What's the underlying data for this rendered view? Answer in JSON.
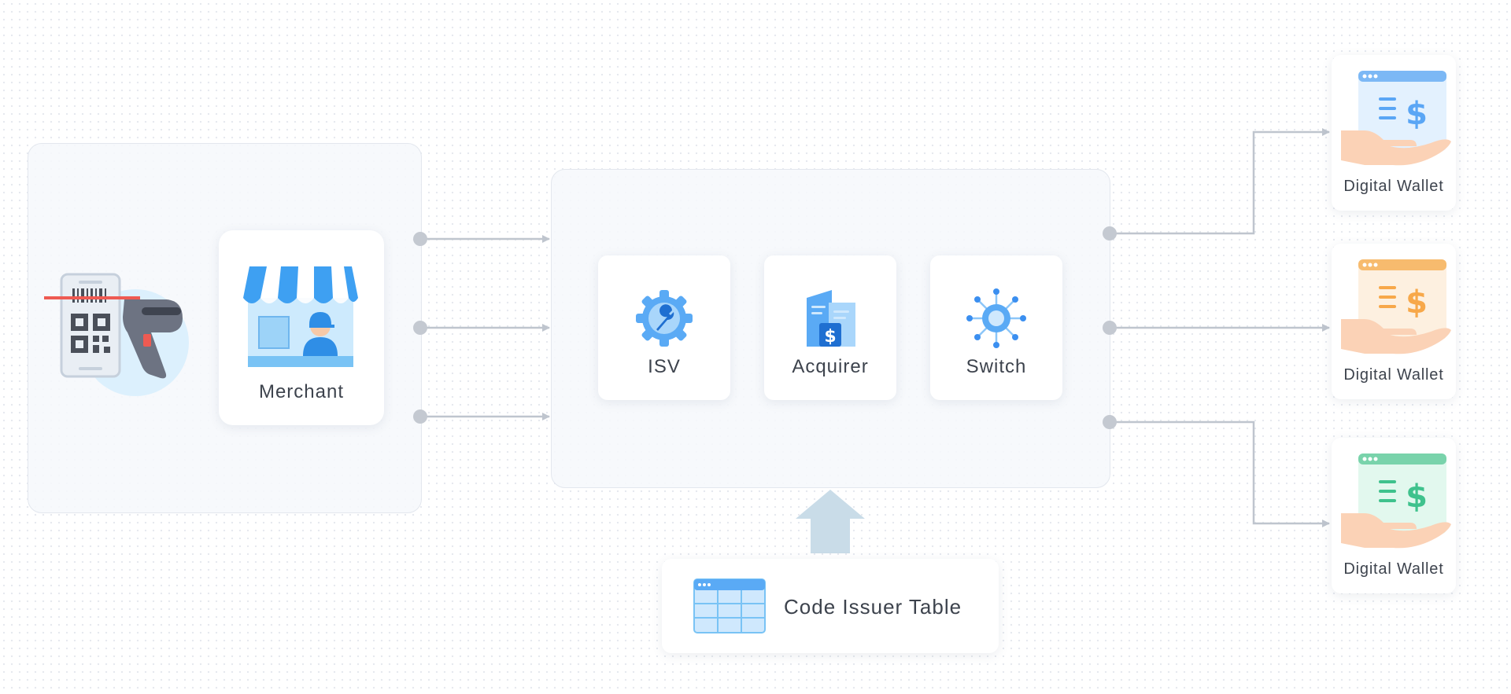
{
  "merchant": {
    "label": "Merchant",
    "icons": [
      "qr-scanner-icon",
      "storefront-icon"
    ]
  },
  "services": [
    {
      "label": "ISV",
      "icon": "gear-wrench-icon"
    },
    {
      "label": "Acquirer",
      "icon": "building-dollar-icon"
    },
    {
      "label": "Switch",
      "icon": "network-hub-icon"
    }
  ],
  "code_issuer": {
    "label": "Code Issuer Table",
    "icon": "table-icon"
  },
  "wallets": [
    {
      "label": "Digital Wallet",
      "accent": "#5aa6f5",
      "icon": "wallet-hand-icon"
    },
    {
      "label": "Digital Wallet",
      "accent": "#f7a84a",
      "icon": "wallet-hand-icon"
    },
    {
      "label": "Digital Wallet",
      "accent": "#3fc28d",
      "icon": "wallet-hand-icon"
    }
  ],
  "colors": {
    "connector": "#bfc5ce",
    "up_arrow": "#c9dce8",
    "primary_blue": "#3b8ff0",
    "light_blue": "#9bd0f8"
  }
}
